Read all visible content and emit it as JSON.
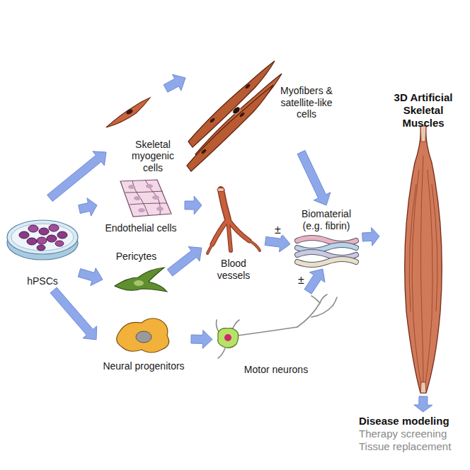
{
  "diagram": {
    "nodes": [
      {
        "text": [
          "hPSCs"
        ]
      },
      {
        "text": [
          "Skeletal myogenic cells"
        ]
      },
      {
        "text": [
          "Endothelial cells"
        ]
      },
      {
        "text": [
          "Pericytes"
        ]
      },
      {
        "text": [
          "Neural progenitors"
        ]
      },
      {
        "text": [
          "Myofibers & satellite-like cells"
        ]
      },
      {
        "text": [
          "Blood vessels"
        ]
      },
      {
        "text": [
          "Motor neurons"
        ]
      },
      {
        "text": [
          "Biomaterial (e.g. fibrin)"
        ]
      },
      {
        "text": [
          "3D Artificial Skeletal Muscles"
        ]
      },
      {
        "text": [
          "Disease modeling",
          "Therapy screening",
          "Tissue replacement"
        ]
      }
    ],
    "edges": [
      {
        "from": 0,
        "to": 1,
        "arrow": "to"
      },
      {
        "from": 0,
        "to": 2,
        "arrow": "to"
      },
      {
        "from": 0,
        "to": 3,
        "arrow": "to"
      },
      {
        "from": 0,
        "to": 4,
        "arrow": "to"
      },
      {
        "from": 1,
        "to": 5,
        "arrow": "to"
      },
      {
        "from": 2,
        "to": 6,
        "arrow": "to"
      },
      {
        "from": 3,
        "to": 6,
        "arrow": "to"
      },
      {
        "from": 4,
        "to": 7,
        "arrow": "to"
      },
      {
        "from": 5,
        "to": 8,
        "arrow": "to"
      },
      {
        "from": 6,
        "to": 8,
        "arrow": "to",
        "label": "±"
      },
      {
        "from": 7,
        "to": 8,
        "arrow": "to",
        "label": "±"
      },
      {
        "from": 8,
        "to": 9,
        "arrow": "to"
      },
      {
        "from": 9,
        "to": 10,
        "arrow": "to"
      }
    ]
  }
}
